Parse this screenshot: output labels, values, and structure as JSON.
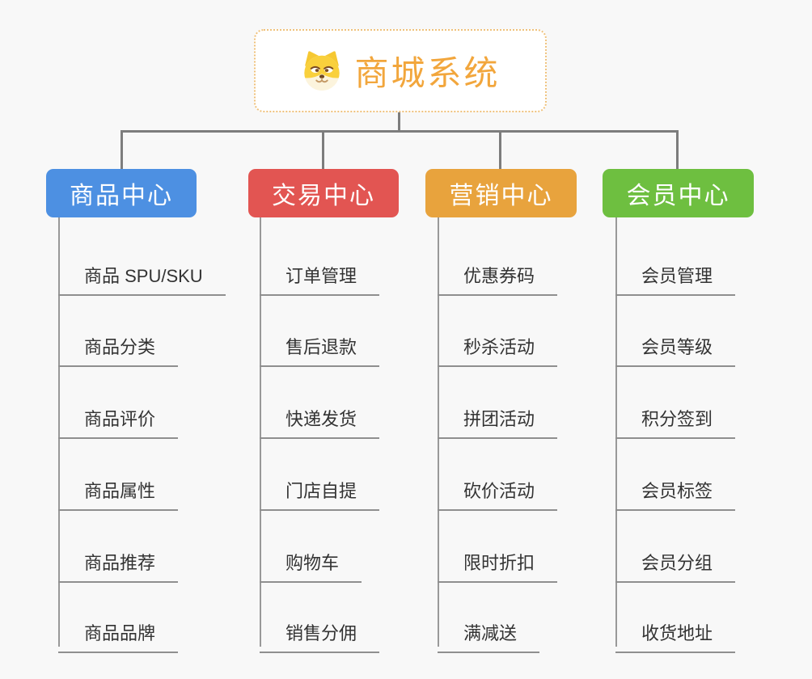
{
  "root": {
    "title": "商城系统",
    "icon": "shiba-dog-icon",
    "accent_color": "#F2A63C",
    "border_color": "#EFC17B"
  },
  "branches": [
    {
      "label": "商品中心",
      "color": "#4D90E2",
      "items": [
        "商品 SPU/SKU",
        "商品分类",
        "商品评价",
        "商品属性",
        "商品推荐",
        "商品品牌"
      ]
    },
    {
      "label": "交易中心",
      "color": "#E25552",
      "items": [
        "订单管理",
        "售后退款",
        "快递发货",
        "门店自提",
        "购物车",
        "销售分佣"
      ]
    },
    {
      "label": "营销中心",
      "color": "#E8A33D",
      "items": [
        "优惠券码",
        "秒杀活动",
        "拼团活动",
        "砍价活动",
        "限时折扣",
        "满减送"
      ]
    },
    {
      "label": "会员中心",
      "color": "#6EBF40",
      "items": [
        "会员管理",
        "会员等级",
        "积分签到",
        "会员标签",
        "会员分组",
        "收货地址"
      ]
    }
  ],
  "connector_color": "#7D7D7D",
  "underline_color": "#8F8F8F",
  "item_text_color": "#333333",
  "background_color": "#F8F8F8"
}
